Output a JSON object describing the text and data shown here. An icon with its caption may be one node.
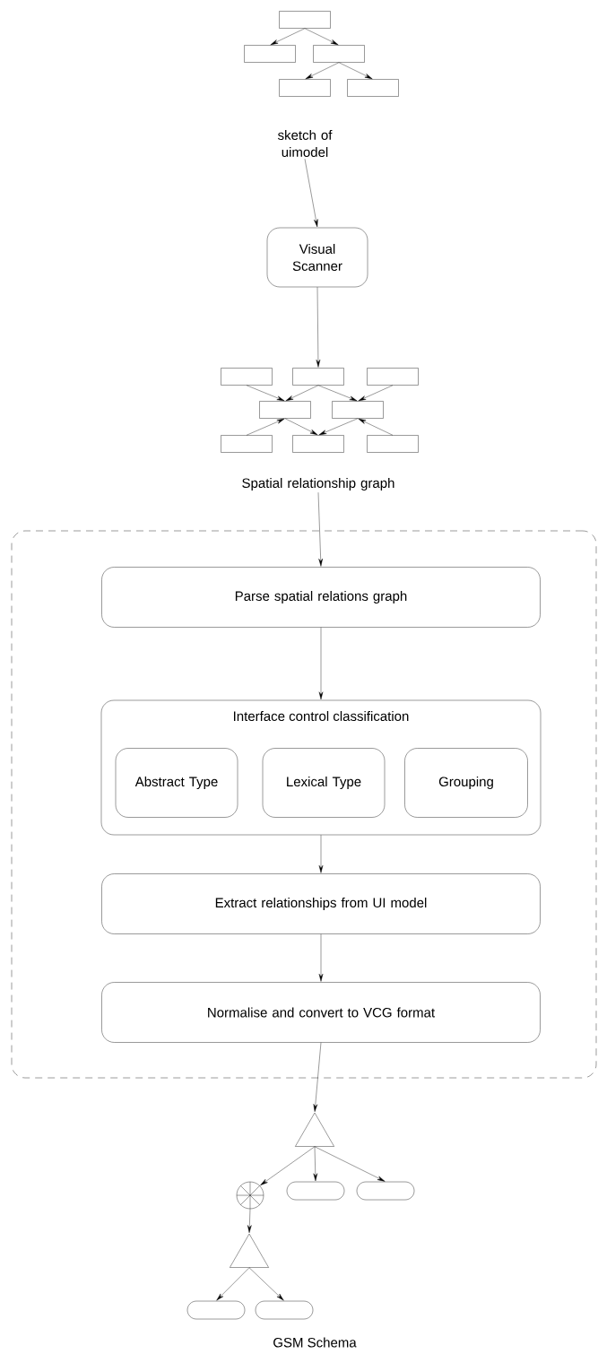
{
  "diagram": {
    "nodes": [
      {
        "text": [],
        "shape": "box"
      },
      {
        "text": [],
        "shape": "box"
      },
      {
        "text": [],
        "shape": "box"
      },
      {
        "text": [],
        "shape": "box"
      },
      {
        "text": [],
        "shape": "box"
      },
      {
        "text": [
          "sketch of uimodel"
        ]
      },
      {
        "text": [
          "Visual Scanner"
        ]
      },
      {
        "text": [],
        "shape": "box"
      },
      {
        "text": [],
        "shape": "box"
      },
      {
        "text": [],
        "shape": "box"
      },
      {
        "text": [],
        "shape": "box"
      },
      {
        "text": [],
        "shape": "box"
      },
      {
        "text": [],
        "shape": "box"
      },
      {
        "text": [],
        "shape": "box"
      },
      {
        "text": [],
        "shape": "box"
      },
      {
        "text": [
          "Spatial relationship graph"
        ]
      },
      {
        "text": [],
        "shape": "box"
      },
      {
        "text": [
          "Parse spatial relations graph"
        ],
        "in": 16
      },
      {
        "text": [
          "Interface control classification"
        ],
        "in": 16
      },
      {
        "text": [
          "Abstract Type"
        ],
        "in": 18
      },
      {
        "text": [
          "Lexical Type"
        ],
        "in": 18
      },
      {
        "text": [
          "Grouping"
        ],
        "in": 18
      },
      {
        "text": [
          "Extract relationships from UI model"
        ],
        "in": 16
      },
      {
        "text": [
          "Normalise and convert to VCG format"
        ],
        "in": 16
      },
      {
        "text": [],
        "shape": "triangle"
      },
      {
        "text": [],
        "shape": "circle"
      },
      {
        "text": [],
        "shape": "pill"
      },
      {
        "text": [],
        "shape": "pill"
      },
      {
        "text": [],
        "shape": "triangle"
      },
      {
        "text": [],
        "shape": "pill"
      },
      {
        "text": [],
        "shape": "pill"
      }
    ],
    "edges": [
      {
        "from": 0,
        "to": 1,
        "arrow": "to"
      },
      {
        "from": 0,
        "to": 2,
        "arrow": "to"
      },
      {
        "from": 2,
        "to": 3,
        "arrow": "to"
      },
      {
        "from": 2,
        "to": 4,
        "arrow": "to"
      },
      {
        "from": 5,
        "to": 6,
        "arrow": "to"
      },
      {
        "from": 6,
        "to": 8,
        "arrow": "to"
      },
      {
        "from": 7,
        "to": 10,
        "arrow": "to"
      },
      {
        "from": 8,
        "to": 10,
        "arrow": "to"
      },
      {
        "from": 8,
        "to": 11,
        "arrow": "to"
      },
      {
        "from": 9,
        "to": 11,
        "arrow": "to"
      },
      {
        "from": 12,
        "to": 10,
        "arrow": "to"
      },
      {
        "from": 10,
        "to": 13,
        "arrow": "to"
      },
      {
        "from": 11,
        "to": 13,
        "arrow": "to"
      },
      {
        "from": 14,
        "to": 11,
        "arrow": "to"
      },
      {
        "from": 15,
        "to": 17,
        "arrow": "to"
      },
      {
        "from": 17,
        "to": 18,
        "arrow": "to"
      },
      {
        "from": 18,
        "to": 22,
        "arrow": "to"
      },
      {
        "from": 22,
        "to": 23,
        "arrow": "to"
      },
      {
        "from": 23,
        "to": 24,
        "arrow": "to"
      },
      {
        "from": 24,
        "to": 25,
        "arrow": "to"
      },
      {
        "from": 24,
        "to": 26,
        "arrow": "to"
      },
      {
        "from": 24,
        "to": 27,
        "arrow": "to"
      },
      {
        "from": 25,
        "to": 28,
        "arrow": "to"
      },
      {
        "from": 28,
        "to": 29,
        "arrow": "to"
      },
      {
        "from": 28,
        "to": 30,
        "arrow": "to"
      }
    ],
    "labels": [
      "GSM Schema"
    ]
  }
}
